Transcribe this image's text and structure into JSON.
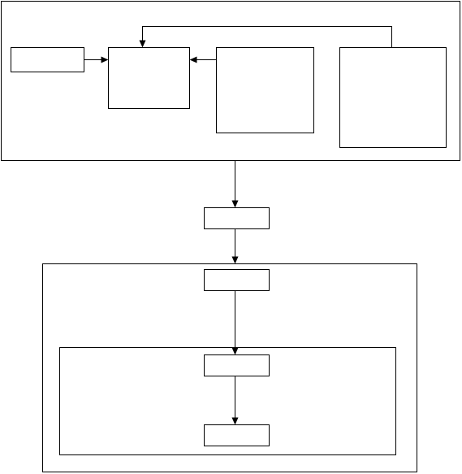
{
  "diagram": {
    "containers": [
      {
        "id": "top-frame",
        "label": ""
      },
      {
        "id": "bottom-frame",
        "label": ""
      },
      {
        "id": "inner-frame",
        "label": ""
      }
    ],
    "nodes": [
      {
        "id": "input-box",
        "label": ""
      },
      {
        "id": "center-box",
        "label": ""
      },
      {
        "id": "tall-box",
        "label": ""
      },
      {
        "id": "right-box",
        "label": ""
      },
      {
        "id": "connector-box",
        "label": ""
      },
      {
        "id": "bottom-top-box",
        "label": ""
      },
      {
        "id": "inner-top-box",
        "label": ""
      },
      {
        "id": "inner-bottom-box",
        "label": ""
      }
    ],
    "edges": [
      {
        "from": "input-box",
        "to": "center-box"
      },
      {
        "from": "tall-box",
        "to": "center-box"
      },
      {
        "from": "right-box",
        "to": "center-box"
      },
      {
        "from": "top-frame",
        "to": "connector-box"
      },
      {
        "from": "connector-box",
        "to": "bottom-frame"
      },
      {
        "from": "bottom-top-box",
        "to": "inner-top-box"
      },
      {
        "from": "inner-top-box",
        "to": "inner-bottom-box"
      }
    ],
    "colors": {
      "stroke": "#000000",
      "background": "#ffffff"
    }
  }
}
